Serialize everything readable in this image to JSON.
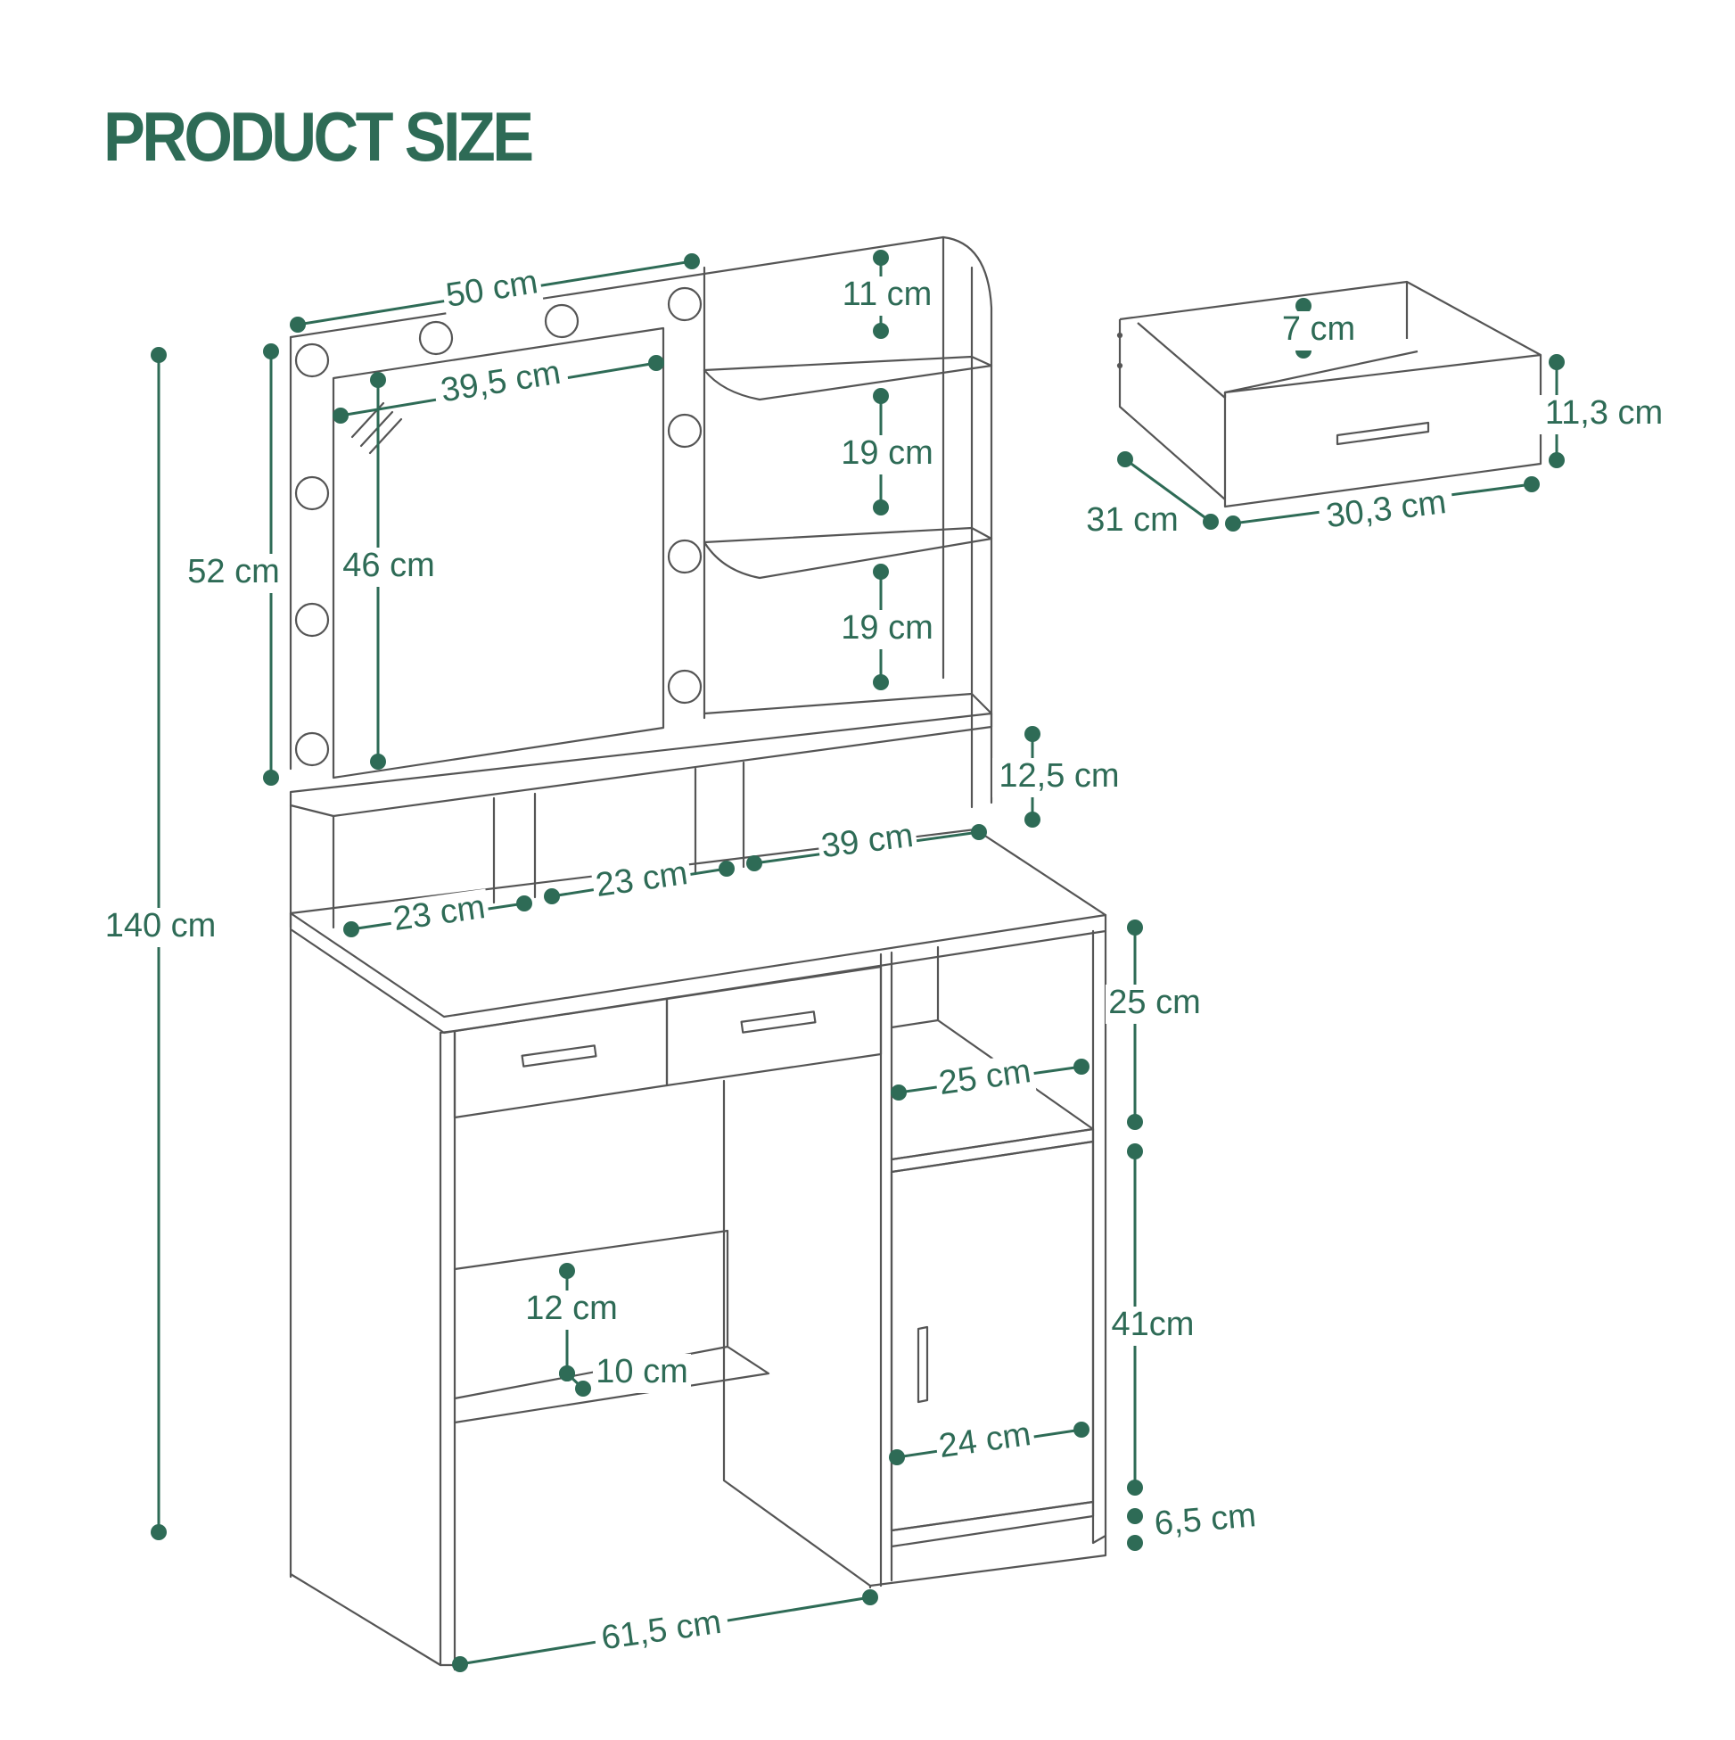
{
  "title": "PRODUCT SIZE",
  "colors": {
    "accent": "#2e6b56",
    "outline": "#555555",
    "text": "#2e6b56",
    "background": "#ffffff"
  },
  "dimensions": {
    "total_height": "140 cm",
    "top_width": "50 cm",
    "top_height": "52 cm",
    "mirror_width": "39,5 cm",
    "mirror_height": "46 cm",
    "top_shelf_gap": "11 cm",
    "middle_shelf_gap": "19 cm",
    "lower_shelf_gap": "19 cm",
    "cubby_height": "12,5 cm",
    "cubby_left_width": "23 cm",
    "cubby_middle_width": "23 cm",
    "cubby_right_width": "39 cm",
    "cabinet_open_height": "25 cm",
    "cabinet_open_width": "25 cm",
    "cabinet_door_height": "41cm",
    "cabinet_door_width": "24 cm",
    "plinth_height": "6,5 cm",
    "footrest_gap": "12 cm",
    "footrest_depth": "10 cm",
    "base_width": "61,5 cm"
  },
  "drawer": {
    "inner_depth_label": "7 cm",
    "height": "11,3 cm",
    "depth": "31 cm",
    "width": "30,3 cm"
  }
}
